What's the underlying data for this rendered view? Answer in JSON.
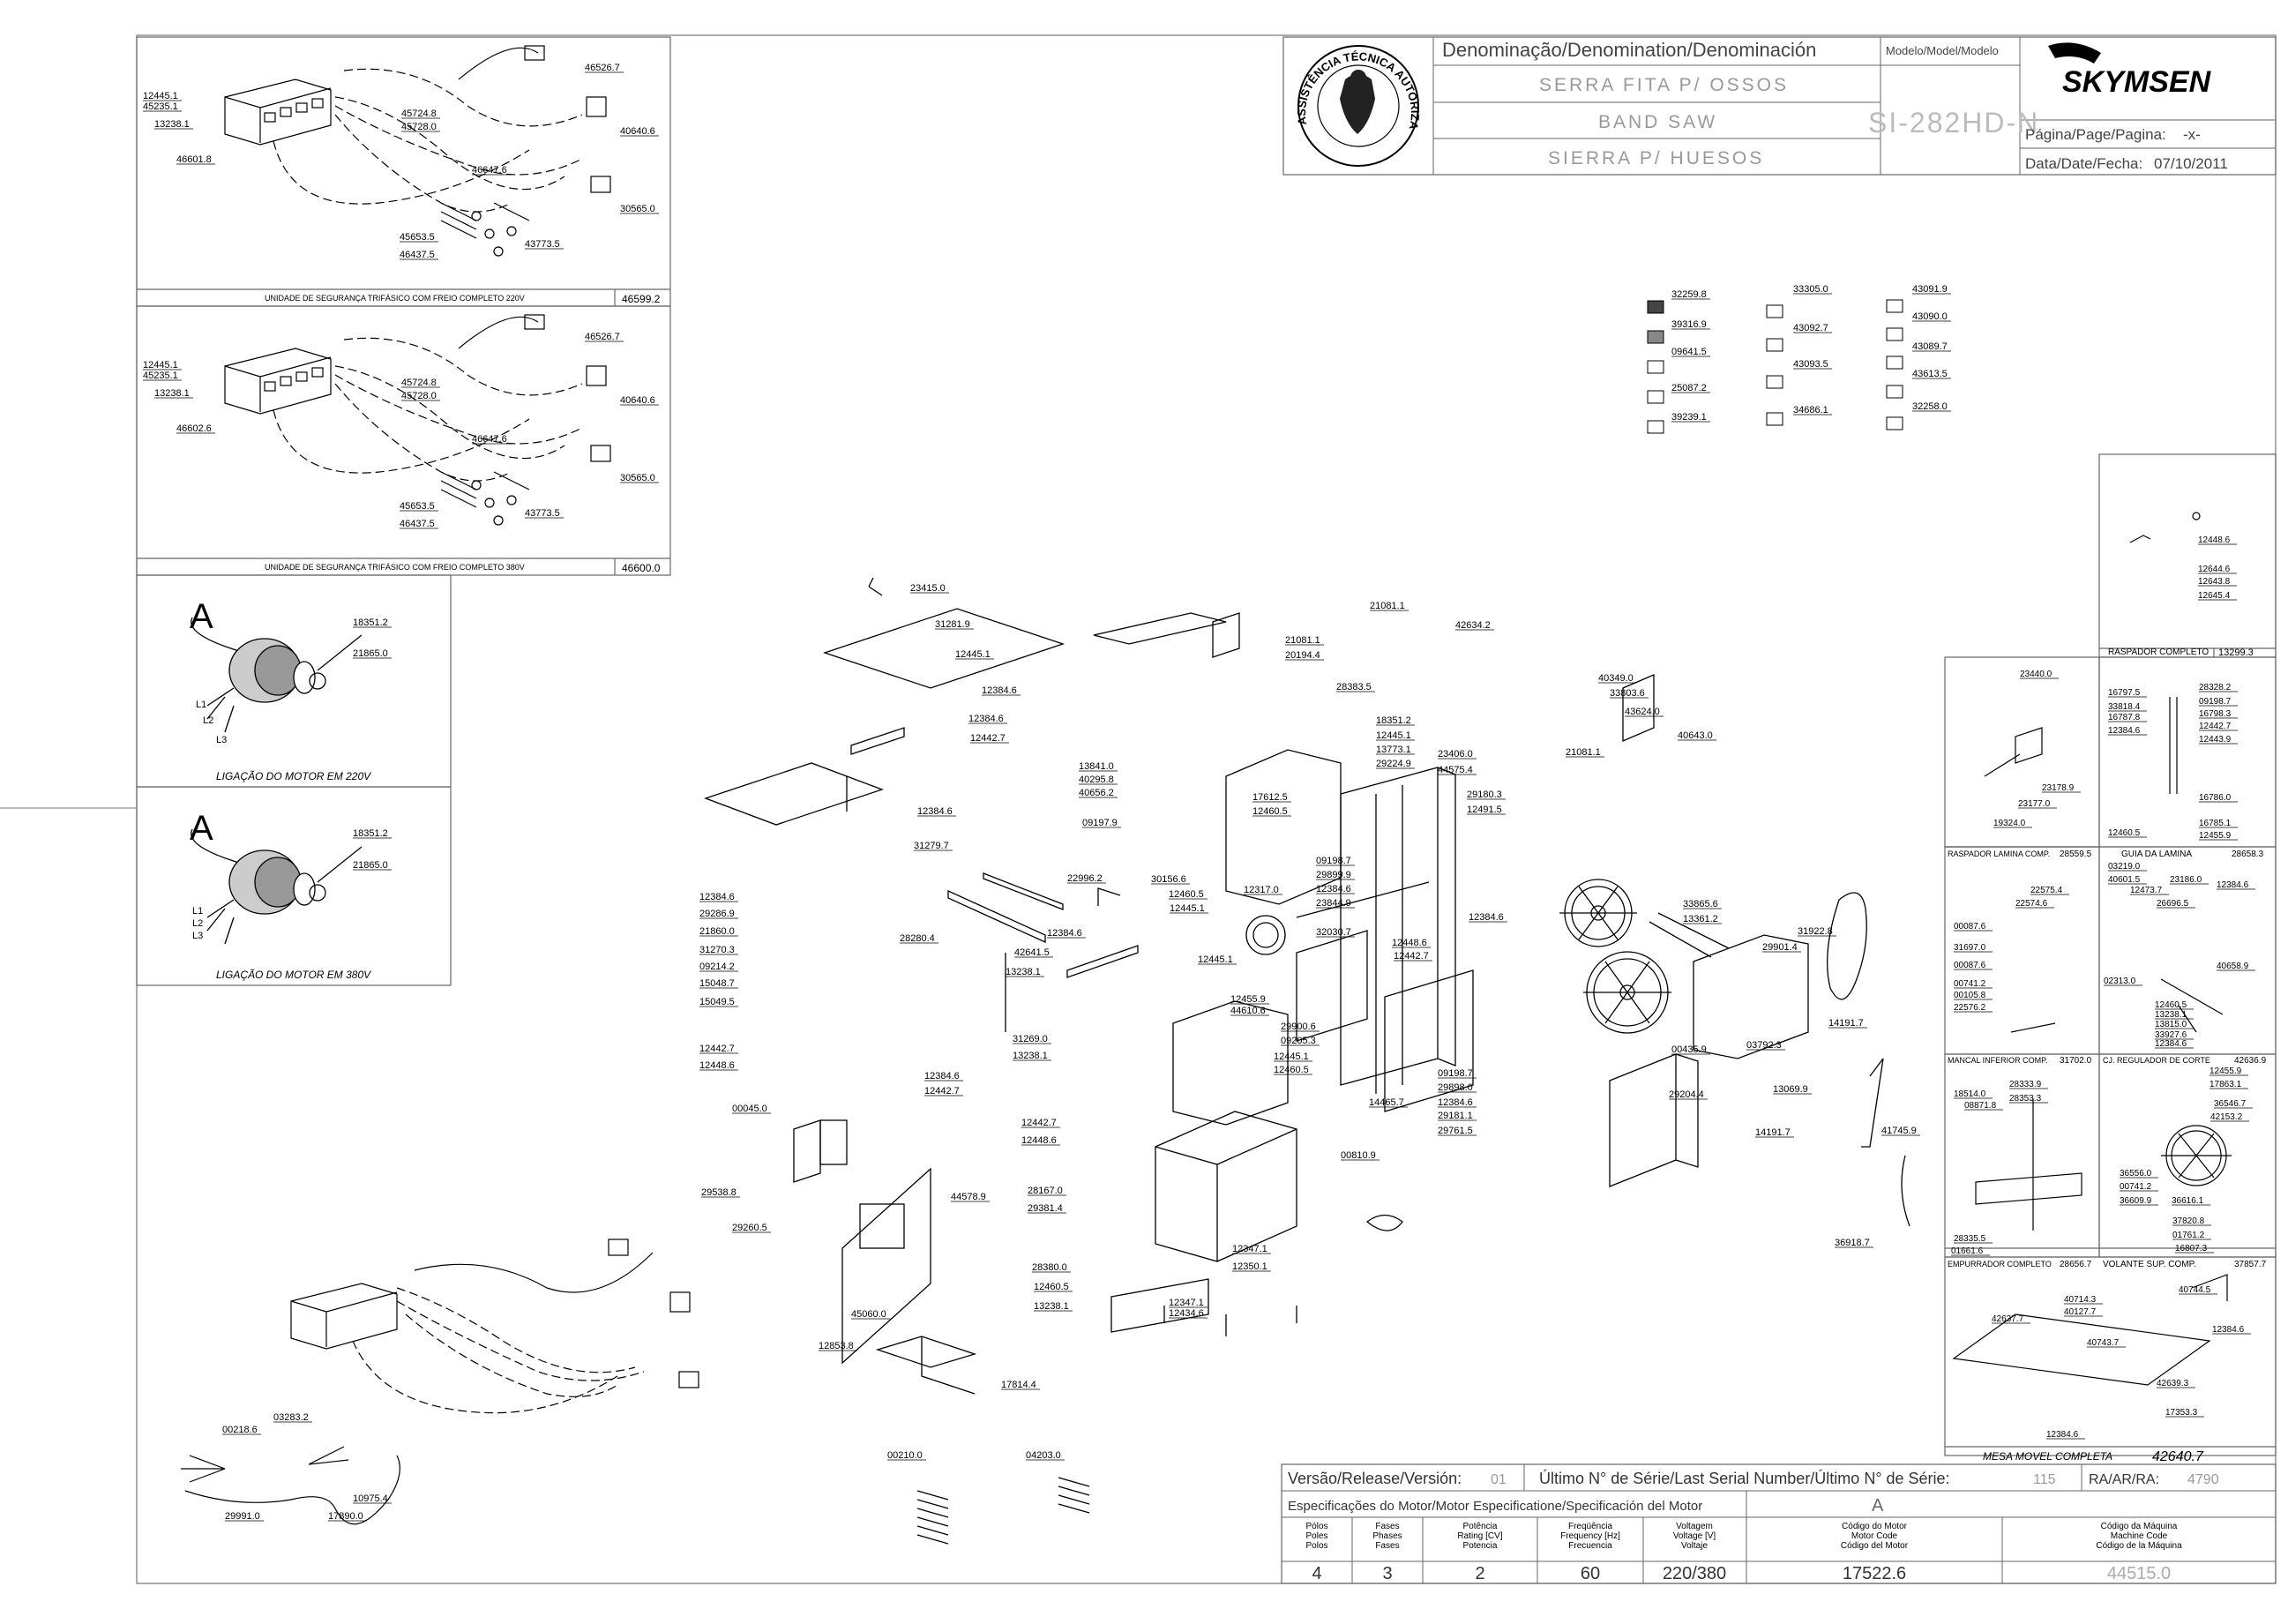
{
  "header": {
    "denomination_label": "Denominação/Denomination/Denominación",
    "model_label": "Modelo/Model/Modelo",
    "brand": "SKYMSEN",
    "name_pt": "SERRA FITA P/ OSSOS",
    "name_en": "BAND SAW",
    "name_es": "SIERRA P/ HUESOS",
    "model": "SI-282HD-N",
    "page_label": "Página/Page/Pagina:",
    "page_value": "-x-",
    "date_label": "Data/Date/Fecha:",
    "date_value": "07/10/2011",
    "seal_text": "ASSISTÊNCIA TÉCNICA AUTORIZADA"
  },
  "assemblies": [
    {
      "label": "UNIDADE DE SEGURANÇA TRIFÁSICO COM FREIO COMPLETO 220V",
      "code": "46599.2",
      "parts": [
        "12445.1",
        "45235.1",
        "13238.1",
        "46601.8",
        "46526.7",
        "45724.8",
        "45728.0",
        "40640.6",
        "46647.6",
        "30565.0",
        "45653.5",
        "46437.5",
        "43773.5"
      ]
    },
    {
      "label": "UNIDADE DE SEGURANÇA TRIFÁSICO COM FREIO COMPLETO 380V",
      "code": "46600.0",
      "parts": [
        "12445.1",
        "45235.1",
        "13238.1",
        "46602.6",
        "46526.7",
        "45724.8",
        "45728.0",
        "40640.6",
        "46647.6",
        "30565.0",
        "45653.5",
        "46437.5",
        "43773.5"
      ]
    },
    {
      "label": "LIGAÇÃO DO MOTOR EM 220V",
      "letter": "A",
      "parts": [
        "18351.2",
        "21865.0"
      ],
      "wires": [
        "L1",
        "L2",
        "L3"
      ]
    },
    {
      "label": "LIGAÇÃO DO MOTOR EM 380V",
      "letter": "A",
      "parts": [
        "18351.2",
        "21865.0"
      ],
      "wires": [
        "L1",
        "L2",
        "L3"
      ]
    }
  ],
  "wiring_bottom_left": {
    "parts": [
      "00218.6",
      "03283.2",
      "10975.4",
      "17890.0",
      "29991.0"
    ]
  },
  "small_parts_grid": [
    [
      "32259.8",
      "39316.9",
      "09641.5",
      "25087.2",
      "39239.1"
    ],
    [
      "33305.0",
      "43092.7",
      "43093.5",
      "34686.1"
    ],
    [
      "43091.9",
      "43090.0",
      "43089.7",
      "43613.5",
      "32258.0"
    ]
  ],
  "main_parts": [
    "23415.0",
    "31281.9",
    "12445.1",
    "12384.6",
    "12384.6",
    "12442.7",
    "13841.0",
    "40295.8",
    "40656.2",
    "09197.9",
    "12384.6",
    "31279.7",
    "28280.4",
    "22996.2",
    "30156.6",
    "12460.5",
    "12445.1",
    "12384.6",
    "42641.5",
    "13238.1",
    "12384.6",
    "29286.9",
    "21860.0",
    "31270.3",
    "09214.2",
    "15048.7",
    "15049.5",
    "12442.7",
    "12448.6",
    "31269.0",
    "13238.1",
    "12442.7",
    "12448.6",
    "12384.6",
    "12442.7",
    "00045.0",
    "44578.9",
    "29538.8",
    "29260.5",
    "28167.0",
    "29381.4",
    "28380.0",
    "12460.5",
    "13238.1",
    "12347.1",
    "12434.6",
    "45060.0",
    "12853.8",
    "17814.4",
    "00210.0",
    "04203.0",
    "21081.1",
    "42634.2",
    "21081.1",
    "20194.4",
    "28383.5",
    "18351.2",
    "12445.1",
    "13773.1",
    "29224.9",
    "23406.0",
    "44575.4",
    "17612.5",
    "12460.5",
    "29180.3",
    "12491.5",
    "09198.7",
    "29899.9",
    "12384.6",
    "23844.9",
    "32030.7",
    "12317.0",
    "12445.1",
    "44610.6",
    "29900.6",
    "09205.3",
    "12445.1",
    "12460.5",
    "12455.9",
    "14465.7",
    "12448.6",
    "12442.7",
    "12384.6",
    "09198.7",
    "29898.0",
    "12384.6",
    "29181.1",
    "29761.5",
    "00810.9",
    "40349.0",
    "33803.6",
    "43624.0",
    "40643.0",
    "21081.1",
    "33865.6",
    "13361.2",
    "29901.4",
    "31922.8",
    "14191.7",
    "00435.9",
    "03792.3",
    "29204.4",
    "13069.9",
    "14191.7",
    "41745.9",
    "36918.7",
    "12347.1",
    "12350.1"
  ],
  "right_panels": [
    {
      "title": "RASPADOR COMPLETO",
      "code": "13299.3",
      "parts": [
        "12448.6",
        "12644.6",
        "12643.8",
        "12645.4"
      ]
    },
    {
      "title": "RASPADOR LAMINA COMP.",
      "code": "28559.5",
      "parts": [
        "23440.0",
        "23178.9",
        "23177.0",
        "19324.0"
      ]
    },
    {
      "title": "GUIA DA LAMINA",
      "code": "28658.3",
      "parts": [
        "16797.5",
        "33818.4",
        "16787.8",
        "12384.6",
        "12460.5",
        "28328.2",
        "09198.7",
        "16798.3",
        "12442.7",
        "12443.9",
        "16786.0",
        "16785.1",
        "12455.9"
      ]
    },
    {
      "title": "MANCAL INFERIOR COMP.",
      "code": "31702.0",
      "parts": [
        "22575.4",
        "22574.6",
        "00087.6",
        "31697.0",
        "00087.6",
        "00741.2",
        "00105.8",
        "22576.2"
      ]
    },
    {
      "title": "CJ. REGULADOR DE CORTE",
      "code": "42636.9",
      "parts": [
        "03219.0",
        "40601.5",
        "23186.0",
        "12473.7",
        "26696.5",
        "12384.6",
        "40658.9",
        "02313.0",
        "12460.5",
        "13238.1",
        "13815.0",
        "33927.6",
        "12384.6"
      ]
    },
    {
      "title": "EMPURRADOR COMPLETO",
      "code": "28656.7",
      "parts": [
        "18514.0",
        "08871.8",
        "28333.9",
        "28353.3",
        "28335.5",
        "01661.6"
      ]
    },
    {
      "title": "VOLANTE SUP. COMP.",
      "code": "37857.7",
      "parts": [
        "12455.9",
        "17863.1",
        "36546.7",
        "42153.2",
        "36556.0",
        "00741.2",
        "36609.9",
        "36616.1",
        "37820.8",
        "01761.2",
        "16807.3"
      ]
    },
    {
      "title": "MESA MOVEL COMPLETA",
      "code": "42640.7",
      "parts": [
        "40744.5",
        "40714.3",
        "40127.7",
        "42637.7",
        "40743.7",
        "12384.6",
        "42639.3",
        "17353.3",
        "12384.6"
      ]
    }
  ],
  "footer": {
    "version_label": "Versão/Release/Versión:",
    "version_value": "01",
    "serial_label": "Último N° de Série/Last Serial Number/Último N° de Série:",
    "serial_value": "115",
    "ra_label": "RA/AR/RA:",
    "ra_value": "4790",
    "spec_label": "Especificações do Motor/Motor Especificatione/Specificación del Motor",
    "spec_letter": "A",
    "columns": [
      {
        "h": [
          "Pólos",
          "Poles",
          "Polos"
        ],
        "v": "4"
      },
      {
        "h": [
          "Fases",
          "Phases",
          "Fases"
        ],
        "v": "3"
      },
      {
        "h": [
          "Potência",
          "Rating [CV]",
          "Potencia"
        ],
        "v": "2"
      },
      {
        "h": [
          "Freqüência",
          "Frequency [Hz]",
          "Frecuencia"
        ],
        "v": "60"
      },
      {
        "h": [
          "Voltagem",
          "Voltage [V]",
          "Voltaje"
        ],
        "v": "220/380"
      },
      {
        "h": [
          "Código do Motor",
          "Motor Code",
          "Código del Motor"
        ],
        "v": "17522.6"
      },
      {
        "h": [
          "Código da Máquina",
          "Machine Code",
          "Código de la Máquina"
        ],
        "v": "44515.0"
      }
    ]
  }
}
